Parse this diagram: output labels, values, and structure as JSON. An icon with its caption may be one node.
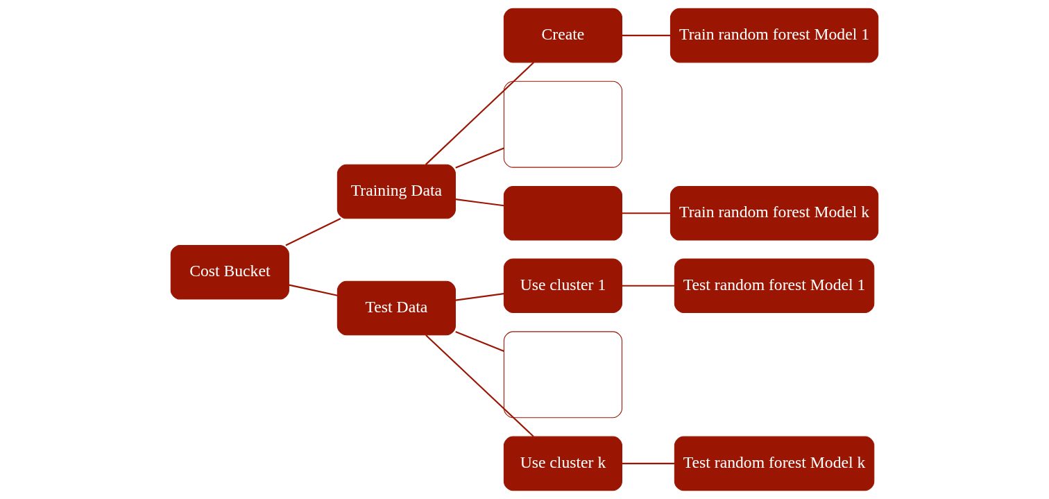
{
  "diagram": {
    "nodes": [
      {
        "text": [
          "Cost Bucket"
        ]
      },
      {
        "text": [
          "Training Data"
        ]
      },
      {
        "text": [
          "Create"
        ]
      },
      {
        "text": [],
        "shape": "box"
      },
      {
        "text": [],
        "shape": "box"
      },
      {
        "text": [
          "Train random forest Model 1"
        ]
      },
      {
        "text": [
          "Train random forest Model k"
        ]
      },
      {
        "text": [
          "Test Data"
        ]
      },
      {
        "text": [
          "Use cluster 1"
        ]
      },
      {
        "text": [],
        "shape": "box"
      },
      {
        "text": [
          "Use cluster k"
        ]
      },
      {
        "text": [
          "Test random forest Model 1"
        ]
      },
      {
        "text": [
          "Test random forest Model k"
        ]
      }
    ],
    "edges": [
      {
        "from": 0,
        "to": 1,
        "arrow": "none"
      },
      {
        "from": 0,
        "to": 7,
        "arrow": "none"
      },
      {
        "from": 1,
        "to": 2,
        "arrow": "none"
      },
      {
        "from": 1,
        "to": 3,
        "arrow": "none"
      },
      {
        "from": 1,
        "to": 4,
        "arrow": "none"
      },
      {
        "from": 2,
        "to": 5,
        "arrow": "none"
      },
      {
        "from": 4,
        "to": 6,
        "arrow": "none"
      },
      {
        "from": 7,
        "to": 8,
        "arrow": "none"
      },
      {
        "from": 7,
        "to": 9,
        "arrow": "none"
      },
      {
        "from": 7,
        "to": 10,
        "arrow": "none"
      },
      {
        "from": 8,
        "to": 11,
        "arrow": "none"
      },
      {
        "from": 10,
        "to": 12,
        "arrow": "none"
      }
    ]
  }
}
